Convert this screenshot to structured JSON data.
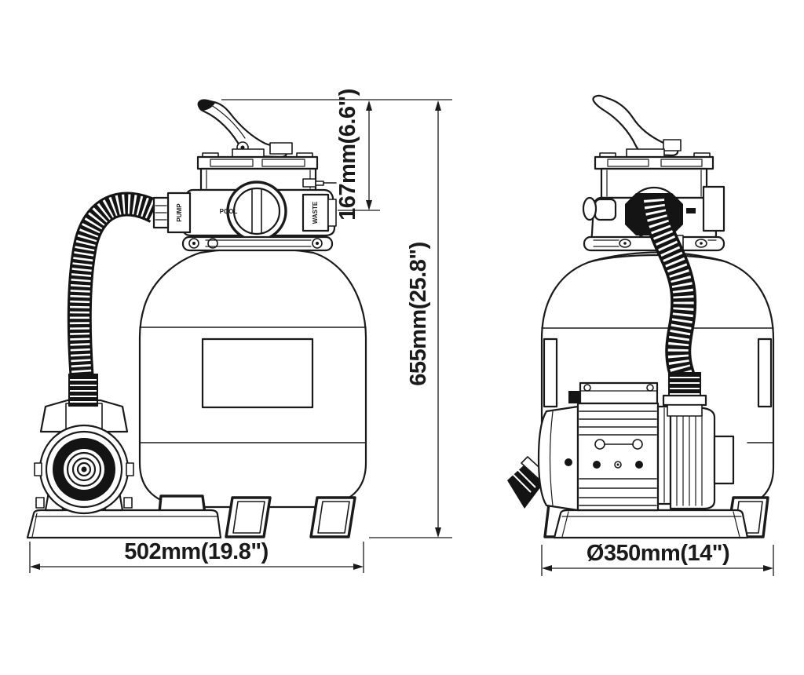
{
  "colors": {
    "background": "#ffffff",
    "line": "#1a1a1a",
    "hose": "#141414"
  },
  "front": {
    "dim_valve_height": "167mm(6.6\")",
    "dim_total_height": "655mm(25.8\")",
    "dim_width": "502mm(19.8\")",
    "valve": {
      "left_port": "PUMP",
      "center": "POOL",
      "right_port": "WASTE"
    }
  },
  "side": {
    "dim_diameter": "Ø350mm(14\")"
  }
}
